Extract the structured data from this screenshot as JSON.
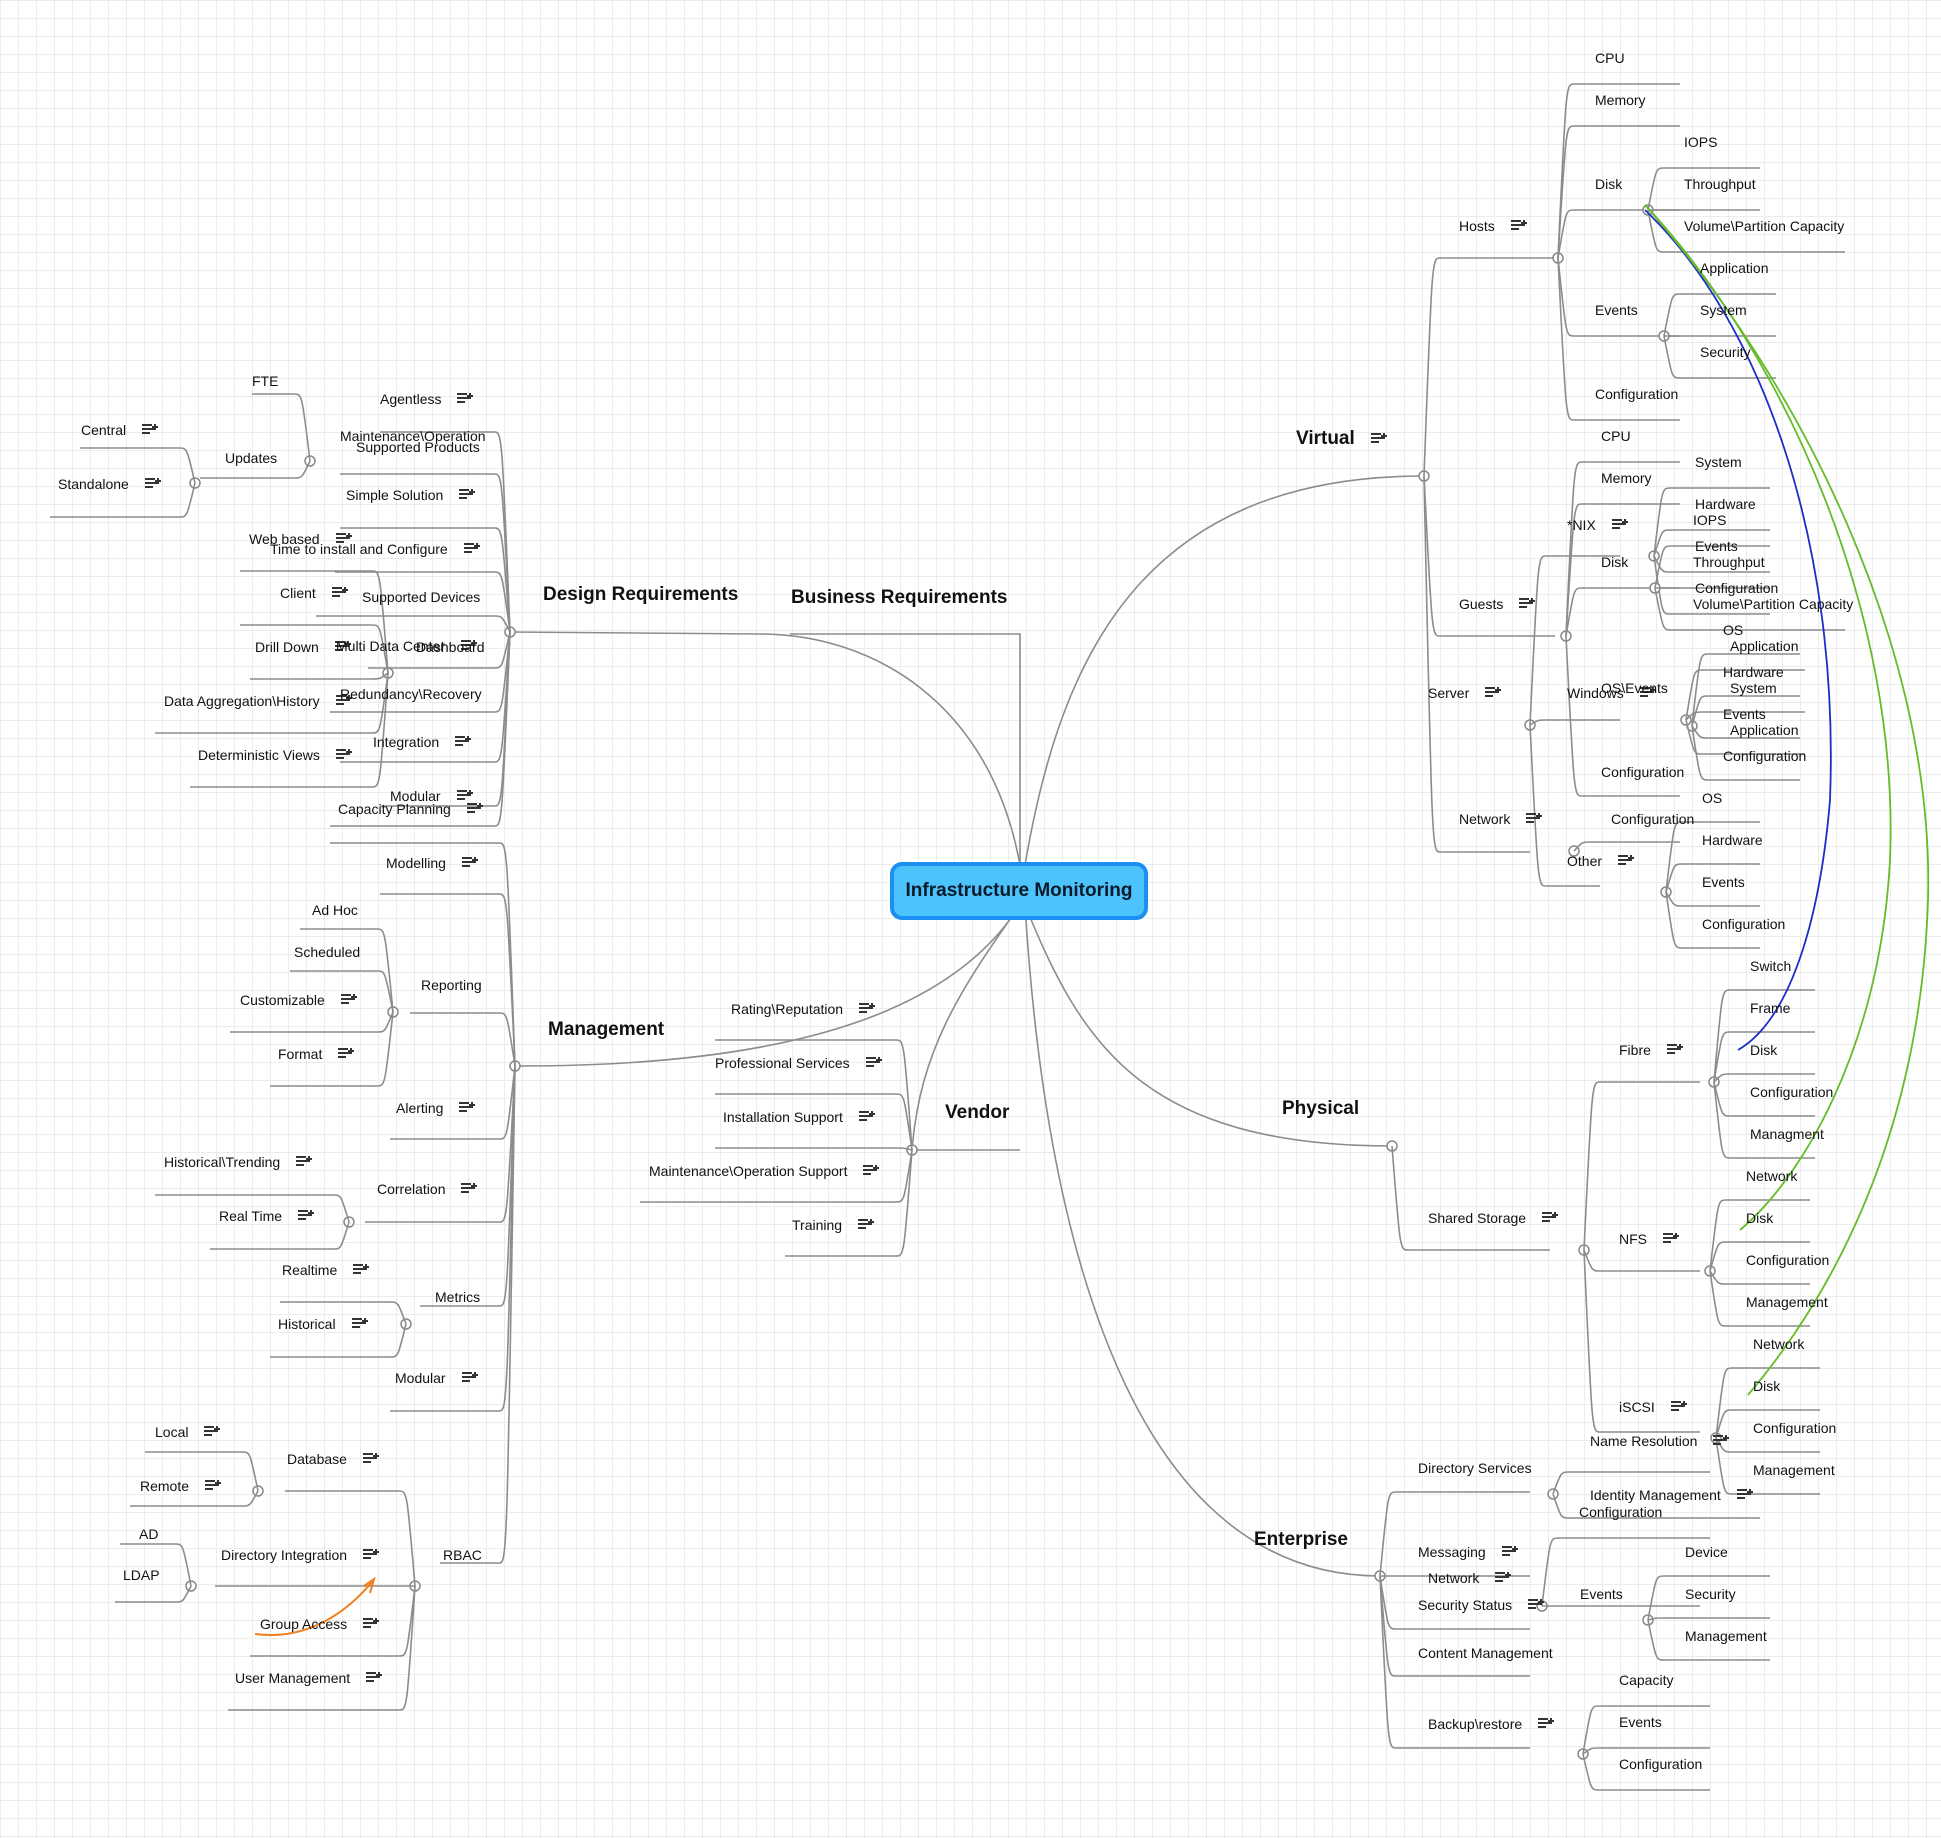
{
  "root": "Infrastructure Monitoring",
  "nodes": [
    {
      "id": "br-design",
      "text": "Design Requirements",
      "branch": true
    },
    {
      "id": "br-business",
      "text": "Business Requirements",
      "branch": true
    },
    {
      "id": "br-management",
      "text": "Management",
      "branch": true
    },
    {
      "id": "br-vendor",
      "text": "Vendor",
      "branch": true
    },
    {
      "id": "br-virtual",
      "text": "Virtual",
      "branch": true,
      "note": true
    },
    {
      "id": "br-physical",
      "text": "Physical",
      "branch": true
    },
    {
      "id": "br-enterprise",
      "text": "Enterprise",
      "branch": true
    },
    {
      "id": "d-agentless",
      "text": "Agentless",
      "note": true
    },
    {
      "id": "d-maint",
      "text": "Maintenance\\Operation"
    },
    {
      "id": "d-supported-products",
      "text": "Supported Products"
    },
    {
      "id": "d-fte",
      "text": "FTE"
    },
    {
      "id": "d-updates",
      "text": "Updates"
    },
    {
      "id": "d-central",
      "text": "Central",
      "note": true
    },
    {
      "id": "d-standalone",
      "text": "Standalone",
      "note": true
    },
    {
      "id": "d-simple",
      "text": "Simple Solution",
      "note": true
    },
    {
      "id": "d-webbased",
      "text": "Web based",
      "note": true
    },
    {
      "id": "d-time",
      "text": "Time to install and Configure",
      "note": true
    },
    {
      "id": "d-client",
      "text": "Client",
      "note": true
    },
    {
      "id": "d-supported-devices",
      "text": "Supported Devices"
    },
    {
      "id": "d-drilldown",
      "text": "Drill Down",
      "note": true
    },
    {
      "id": "d-multidc",
      "text": "Multi Data Center",
      "note": true
    },
    {
      "id": "d-dashboard",
      "text": "Dashboard"
    },
    {
      "id": "d-dataagg",
      "text": "Data Aggregation\\History",
      "note": true
    },
    {
      "id": "d-redundancy",
      "text": "Redundancy\\Recovery"
    },
    {
      "id": "d-determ",
      "text": "Deterministic Views",
      "note": true
    },
    {
      "id": "d-integration",
      "text": "Integration",
      "note": true
    },
    {
      "id": "d-modular",
      "text": "Modular",
      "note": true
    },
    {
      "id": "d-capacity",
      "text": "Capacity Planning",
      "note": true
    },
    {
      "id": "m-modelling",
      "text": "Modelling",
      "note": true
    },
    {
      "id": "m-adhoc",
      "text": "Ad Hoc"
    },
    {
      "id": "m-scheduled",
      "text": "Scheduled"
    },
    {
      "id": "m-reporting",
      "text": "Reporting"
    },
    {
      "id": "m-customizable",
      "text": "Customizable",
      "note": true
    },
    {
      "id": "m-format",
      "text": "Format",
      "note": true
    },
    {
      "id": "m-alerting",
      "text": "Alerting",
      "note": true
    },
    {
      "id": "m-histtrend",
      "text": "Historical\\Trending",
      "note": true
    },
    {
      "id": "m-correlation",
      "text": "Correlation",
      "note": true
    },
    {
      "id": "m-realtime",
      "text": "Real Time",
      "note": true
    },
    {
      "id": "m-realtime2",
      "text": "Realtime",
      "note": true
    },
    {
      "id": "m-metrics",
      "text": "Metrics"
    },
    {
      "id": "m-historical",
      "text": "Historical",
      "note": true
    },
    {
      "id": "m-modular",
      "text": "Modular",
      "note": true
    },
    {
      "id": "m-local",
      "text": "Local",
      "note": true
    },
    {
      "id": "m-database",
      "text": "Database",
      "note": true
    },
    {
      "id": "m-remote",
      "text": "Remote",
      "note": true
    },
    {
      "id": "m-ad",
      "text": "AD"
    },
    {
      "id": "m-dirint",
      "text": "Directory Integration",
      "note": true
    },
    {
      "id": "m-rbac",
      "text": "RBAC"
    },
    {
      "id": "m-ldap",
      "text": "LDAP"
    },
    {
      "id": "m-group",
      "text": "Group Access",
      "note": true
    },
    {
      "id": "m-usermgmt",
      "text": "User Management",
      "note": true
    },
    {
      "id": "v-rating",
      "text": "Rating\\Reputation",
      "note": true
    },
    {
      "id": "v-prof",
      "text": "Professional Services",
      "note": true
    },
    {
      "id": "v-install",
      "text": "Installation Support",
      "note": true
    },
    {
      "id": "v-maint",
      "text": "Maintenance\\Operation Support",
      "note": true
    },
    {
      "id": "v-training",
      "text": "Training",
      "note": true
    },
    {
      "id": "vi-cpu",
      "text": "CPU"
    },
    {
      "id": "vi-memory",
      "text": "Memory"
    },
    {
      "id": "vi-disk",
      "text": "Disk"
    },
    {
      "id": "vi-iops",
      "text": "IOPS"
    },
    {
      "id": "vi-throughput",
      "text": "Throughput"
    },
    {
      "id": "vi-volume",
      "text": "Volume\\Partition Capacity"
    },
    {
      "id": "vi-hosts",
      "text": "Hosts",
      "note": true
    },
    {
      "id": "vi-application",
      "text": "Application"
    },
    {
      "id": "vi-events",
      "text": "Events"
    },
    {
      "id": "vi-system",
      "text": "System"
    },
    {
      "id": "vi-security",
      "text": "Security"
    },
    {
      "id": "vi-configuration",
      "text": "Configuration"
    },
    {
      "id": "vi-cpu2",
      "text": "CPU"
    },
    {
      "id": "vi-memory2",
      "text": "Memory"
    },
    {
      "id": "vi-system2",
      "text": "System"
    },
    {
      "id": "vi-hardware",
      "text": "Hardware"
    },
    {
      "id": "vi-nix",
      "text": "*NIX",
      "note": true
    },
    {
      "id": "vi-iops2",
      "text": "IOPS"
    },
    {
      "id": "vi-events2",
      "text": "Events"
    },
    {
      "id": "vi-disk2",
      "text": "Disk"
    },
    {
      "id": "vi-throughput2",
      "text": "Throughput"
    },
    {
      "id": "vi-configuration2",
      "text": "Configuration"
    },
    {
      "id": "vi-guests",
      "text": "Guests",
      "note": true
    },
    {
      "id": "vi-volume2",
      "text": "Volume\\Partition Capacity"
    },
    {
      "id": "vi-os",
      "text": "OS"
    },
    {
      "id": "vi-application2",
      "text": "Application"
    },
    {
      "id": "vi-hardware2",
      "text": "Hardware"
    },
    {
      "id": "vi-system3",
      "text": "System"
    },
    {
      "id": "vi-server",
      "text": "Server",
      "note": true
    },
    {
      "id": "vi-windows",
      "text": "Windows",
      "note": true
    },
    {
      "id": "vi-osevents",
      "text": "OS\\Events"
    },
    {
      "id": "vi-events3",
      "text": "Events"
    },
    {
      "id": "vi-application3",
      "text": "Application"
    },
    {
      "id": "vi-configuration3",
      "text": "Configuration"
    },
    {
      "id": "vi-configuration4",
      "text": "Configuration"
    },
    {
      "id": "vi-os2",
      "text": "OS"
    },
    {
      "id": "vi-network",
      "text": "Network",
      "note": true
    },
    {
      "id": "vi-configuration5",
      "text": "Configuration"
    },
    {
      "id": "vi-hardware3",
      "text": "Hardware"
    },
    {
      "id": "vi-other",
      "text": "Other",
      "note": true
    },
    {
      "id": "vi-events4",
      "text": "Events"
    },
    {
      "id": "vi-configuration6",
      "text": "Configuration"
    },
    {
      "id": "p-switch",
      "text": "Switch"
    },
    {
      "id": "p-frame",
      "text": "Frame"
    },
    {
      "id": "p-fibre",
      "text": "Fibre",
      "note": true
    },
    {
      "id": "p-disk",
      "text": "Disk"
    },
    {
      "id": "p-configuration",
      "text": "Configuration"
    },
    {
      "id": "p-managment",
      "text": "Managment"
    },
    {
      "id": "p-network",
      "text": "Network"
    },
    {
      "id": "p-disk2",
      "text": "Disk"
    },
    {
      "id": "p-shared",
      "text": "Shared Storage",
      "note": true
    },
    {
      "id": "p-nfs",
      "text": "NFS",
      "note": true
    },
    {
      "id": "p-configuration2",
      "text": "Configuration"
    },
    {
      "id": "p-management",
      "text": "Management"
    },
    {
      "id": "p-network2",
      "text": "Network"
    },
    {
      "id": "p-disk3",
      "text": "Disk"
    },
    {
      "id": "p-iscsi",
      "text": "iSCSI",
      "note": true
    },
    {
      "id": "p-configuration3",
      "text": "Configuration"
    },
    {
      "id": "p-management2",
      "text": "Management"
    },
    {
      "id": "e-nameres",
      "text": "Name Resolution",
      "note": true
    },
    {
      "id": "e-dirsvc",
      "text": "Directory Services"
    },
    {
      "id": "e-identity",
      "text": "Identity Management",
      "note": true
    },
    {
      "id": "e-config",
      "text": "Configuration"
    },
    {
      "id": "e-device",
      "text": "Device"
    },
    {
      "id": "e-messaging",
      "text": "Messaging",
      "note": true
    },
    {
      "id": "e-network",
      "text": "Network",
      "note": true
    },
    {
      "id": "e-events",
      "text": "Events"
    },
    {
      "id": "e-security",
      "text": "Security"
    },
    {
      "id": "e-secstatus",
      "text": "Security Status",
      "note": true
    },
    {
      "id": "e-management",
      "text": "Management"
    },
    {
      "id": "e-content",
      "text": "Content Management"
    },
    {
      "id": "e-capacity",
      "text": "Capacity"
    },
    {
      "id": "e-backup",
      "text": "Backup\\restore",
      "note": true
    },
    {
      "id": "e-events2",
      "text": "Events"
    },
    {
      "id": "e-configuration2",
      "text": "Configuration"
    }
  ],
  "colors": {
    "line": "#8c8c8c",
    "root_fill": "#4cc3fa",
    "root_border": "#1b8ff2",
    "relation_green": "#66bb2a",
    "relation_blue": "#1a2ec8",
    "relation_orange": "#f07e1b"
  }
}
